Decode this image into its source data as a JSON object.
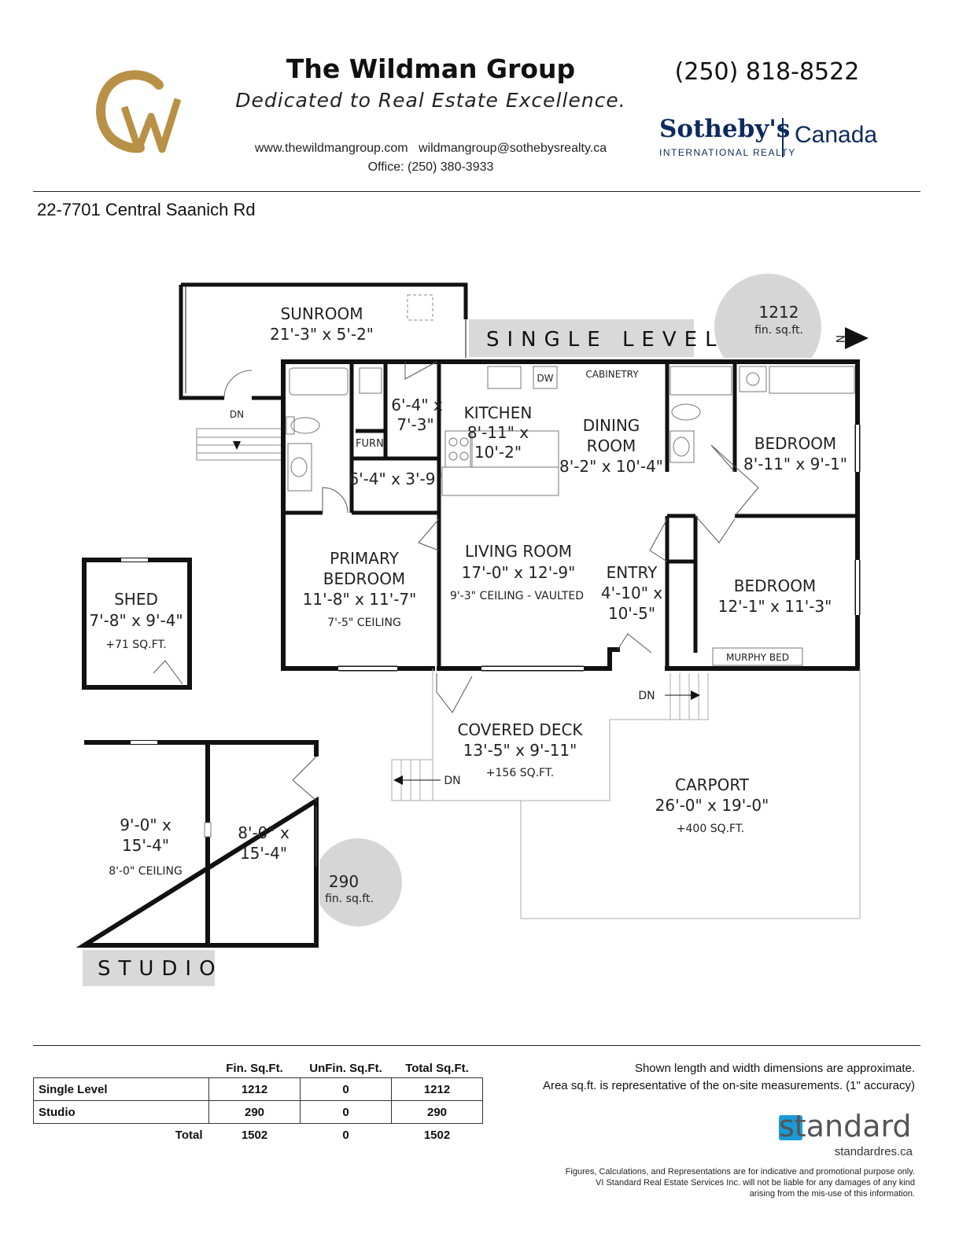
{
  "header": {
    "company": "The Wildman Group",
    "tagline": "Dedicated to Real Estate Excellence.",
    "website": "www.thewildmangroup.com",
    "email": "wildmangroup@sothebysrealty.ca",
    "office": "Office: (250) 380-3933",
    "phone": "(250) 818-8522",
    "brand_name": "Sotheby's",
    "brand_sub": "INTERNATIONAL REALTY",
    "brand_region": "Canada",
    "logo_color": "#b89146",
    "brand_color": "#0d2a5e"
  },
  "address": "22-7701 Central Saanich Rd",
  "plan": {
    "level_label": "SINGLE LEVEL",
    "level_area": "1212",
    "level_area_unit": "fin. sq.ft.",
    "north": "N",
    "studio_label": "STUDIO",
    "studio_area": "290",
    "studio_area_unit": "fin. sq.ft.",
    "rooms": {
      "sunroom": {
        "name": "SUNROOM",
        "dims": "21'-3\" x 5'-2\""
      },
      "kitchen": {
        "name": "KITCHEN",
        "dims1": "8'-11\" x",
        "dims2": "10'-2\""
      },
      "dining": {
        "name1": "DINING",
        "name2": "ROOM",
        "dims": "8'-2\" x 10'-4\""
      },
      "bath_top": {
        "dims1": "6'-4\" x",
        "dims2": "7'-3\""
      },
      "furn": {
        "name": "FURN."
      },
      "laundry": {
        "dims": "6'-4\" x 3'-9\""
      },
      "bedroom1": {
        "name": "BEDROOM",
        "dims": "8'-11\" x 9'-1\""
      },
      "bedroom2": {
        "name": "BEDROOM",
        "dims": "12'-1\" x 11'-3\"",
        "note": "MURPHY BED"
      },
      "primary": {
        "name1": "PRIMARY",
        "name2": "BEDROOM",
        "dims": "11'-8\" x 11'-7\"",
        "ceiling": "7'-5\" CEILING"
      },
      "living": {
        "name": "LIVING ROOM",
        "dims": "17'-0\" x 12'-9\"",
        "ceiling": "9'-3\" CEILING - VAULTED"
      },
      "entry": {
        "name": "ENTRY",
        "dims1": "4'-10\" x",
        "dims2": "10'-5\""
      },
      "shed": {
        "name": "SHED",
        "dims": "7'-8\" x 9'-4\"",
        "area": "+71 SQ.FT."
      },
      "deck": {
        "name": "COVERED DECK",
        "dims": "13'-5\" x 9'-11\"",
        "area": "+156 SQ.FT."
      },
      "carport": {
        "name": "CARPORT",
        "dims": "26'-0\" x 19'-0\"",
        "area": "+400 SQ.FT."
      },
      "studio_a": {
        "dims1": "9'-0\" x",
        "dims2": "15'-4\"",
        "ceiling": "8'-0\" CEILING"
      },
      "studio_b": {
        "dims1": "8'-0\" x",
        "dims2": "15'-4\""
      }
    },
    "labels": {
      "cabinetry": "CABINETRY",
      "dw": "DW",
      "dn": "DN"
    }
  },
  "area_table": {
    "headers": [
      "",
      "Fin. Sq.Ft.",
      "UnFin. Sq.Ft.",
      "Total Sq.Ft."
    ],
    "rows": [
      {
        "name": "Single Level",
        "fin": "1212",
        "unfin": "0",
        "total": "1212"
      },
      {
        "name": "Studio",
        "fin": "290",
        "unfin": "0",
        "total": "290"
      }
    ],
    "total": {
      "name": "Total",
      "fin": "1502",
      "unfin": "0",
      "total": "1502"
    }
  },
  "notes": {
    "line1": "Shown length and width dimensions are approximate.",
    "line2": "Area sq.ft. is representative of the on-site measurements. (1\" accuracy)"
  },
  "footer": {
    "brand": "standard",
    "url": "standardres.ca",
    "disclaimer1": "Figures, Calculations, and Representations are for indicative and promotional purpose only.",
    "disclaimer2": "VI Standard Real Estate Services Inc. will not be liable for any damages of any kind",
    "disclaimer3": "arising from the mis-use of this information.",
    "brand_color": "#1a9ad6"
  }
}
